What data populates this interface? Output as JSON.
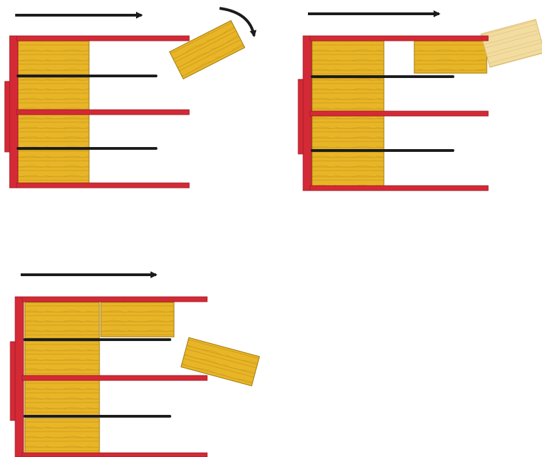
{
  "colors": {
    "frame_red": "#d42a36",
    "frame_red_dark": "#a31c27",
    "bale_yellow": "#e8b527",
    "bale_yellow_dark": "#b98a12",
    "bale_faded": "#f3dca0",
    "fork_black": "#1c1c1c",
    "arrow_black": "#1c1c1c"
  },
  "panels": [
    {
      "name": "step-1",
      "loaded_rows": 4,
      "incoming_bale": "tilted",
      "rotation_arrow": true
    },
    {
      "name": "step-2",
      "loaded_rows": 4,
      "incoming_bale": "sliding-in",
      "rotation_arrow": false
    },
    {
      "name": "step-3",
      "loaded_rows": 4,
      "incoming_bale": "tilted",
      "rotation_arrow": false
    }
  ],
  "icons": {
    "direction": "right-arrow-icon",
    "rotate": "curved-rotate-arrow-icon"
  }
}
